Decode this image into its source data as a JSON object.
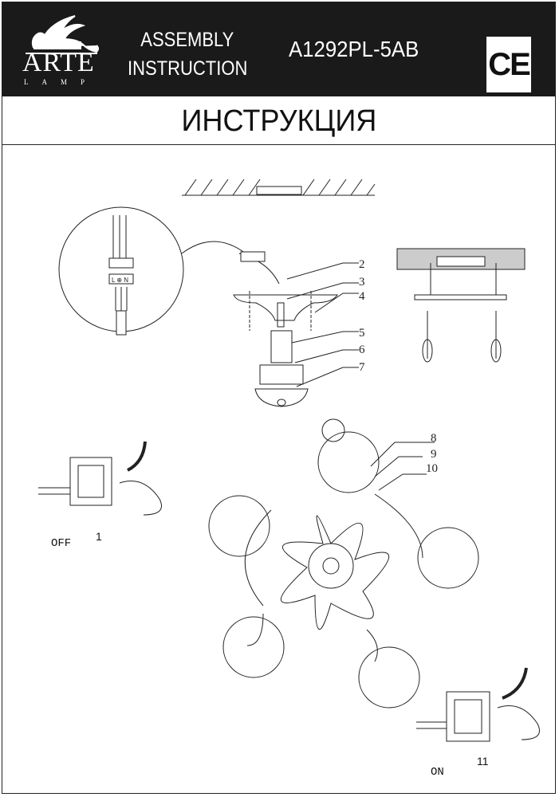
{
  "header": {
    "brand": "ARTE",
    "brand_sub": "LAMP",
    "doc_type_line1": "ASSEMBLY",
    "doc_type_line2": "INSTRUCTION",
    "model": "A1292PL-5AB",
    "certification": "CE"
  },
  "title": "ИНСТРУКЦИЯ",
  "connector": {
    "terminals": "L ⊕ N"
  },
  "part_labels": [
    "2",
    "3",
    "4",
    "5",
    "6",
    "7",
    "8",
    "9",
    "10"
  ],
  "steps": {
    "switch_off": {
      "number": "1",
      "label": "OFF"
    },
    "switch_on": {
      "number": "11",
      "label": "ON"
    }
  }
}
